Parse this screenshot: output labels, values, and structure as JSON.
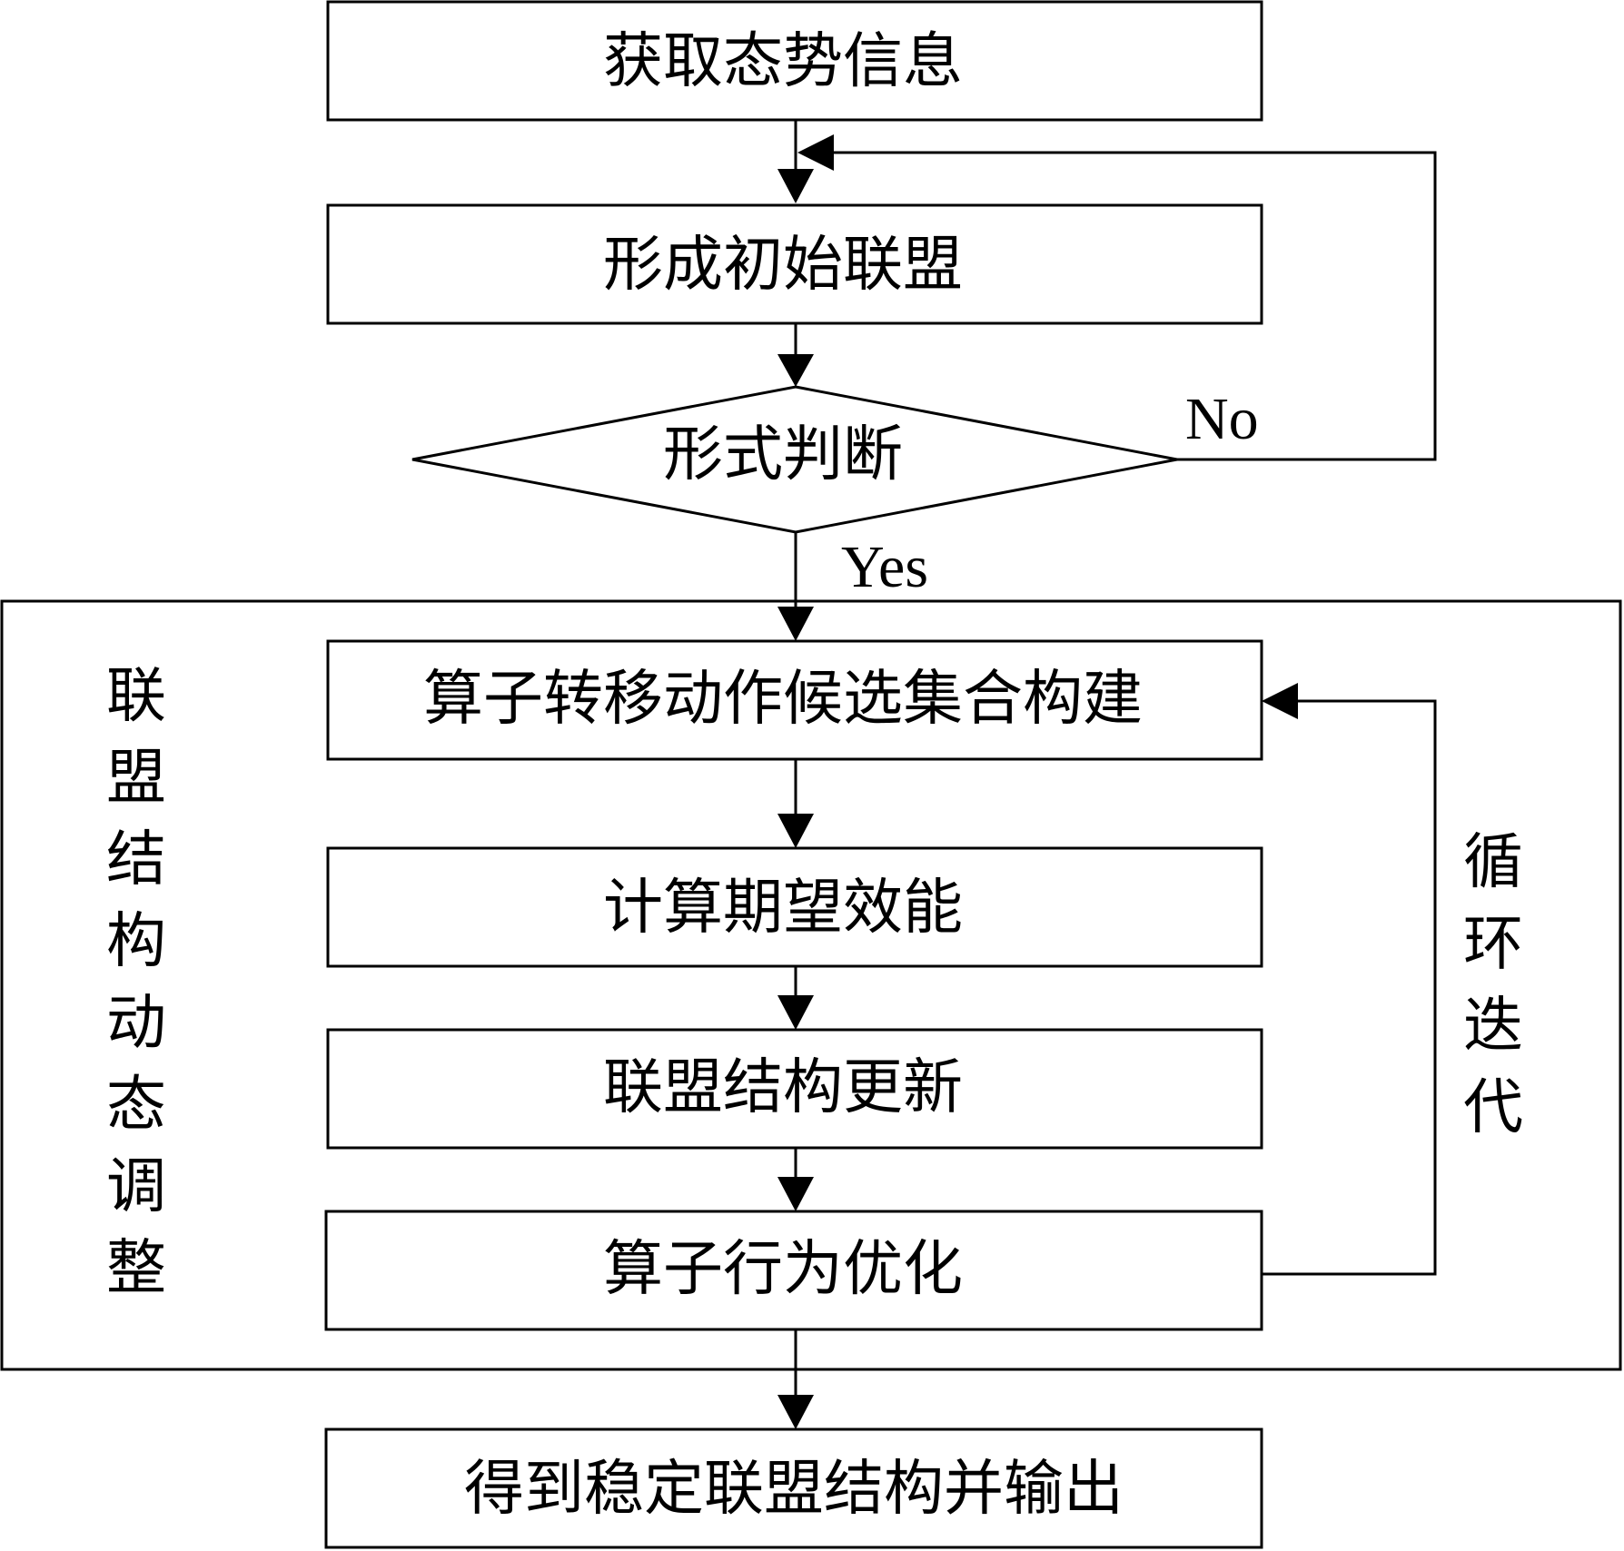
{
  "nodes": {
    "get_situation": "获取态势信息",
    "form_coalition": "形成初始联盟",
    "form_check": "形式判断",
    "build_candidates": "算子转移动作候选集合构建",
    "calc_utility": "计算期望效能",
    "update_structure": "联盟结构更新",
    "optimize_behavior": "算子行为优化",
    "output": "得到稳定联盟结构并输出"
  },
  "labels": {
    "no": "No",
    "yes": "Yes"
  },
  "side_labels": {
    "left": [
      "联",
      "盟",
      "结",
      "构",
      "动",
      "态",
      "调",
      "整"
    ],
    "right": [
      "循",
      "环",
      "迭",
      "代"
    ]
  }
}
